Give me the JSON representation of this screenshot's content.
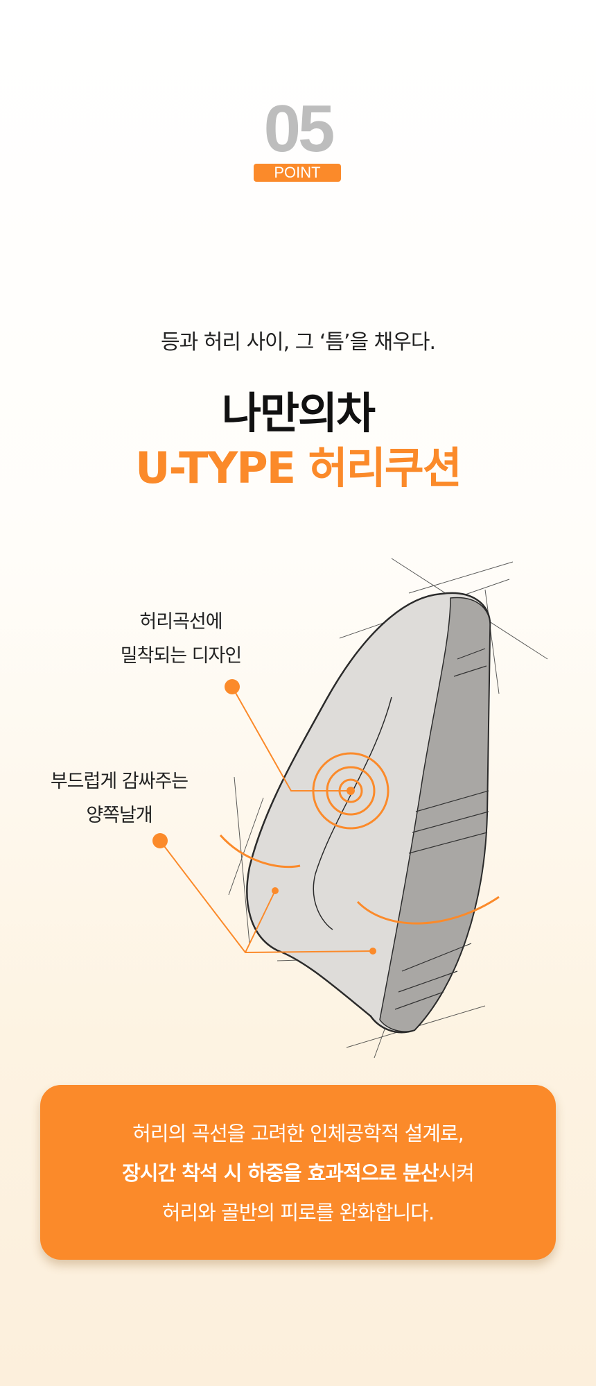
{
  "point": {
    "number": "05",
    "label": "POINT"
  },
  "subtitle": "등과 허리 사이, 그 ‘틈’을 채우다.",
  "title": {
    "line1": "나만의차",
    "line2": "U-TYPE 허리쿠션"
  },
  "callouts": [
    {
      "line1": "허리곡선에",
      "line2": "밀착되는 디자인"
    },
    {
      "line1": "부드럽게 감싸주는",
      "line2": "양쪽날개"
    }
  ],
  "description": {
    "line1": "허리의 곡선을 고려한 인체공학적 설계로,",
    "line2_bold": "장시간 착석 시 하중을 효과적으로 분산",
    "line2_rest": "시켜",
    "line3": "허리와 골반의 피로를 완화합니다."
  },
  "colors": {
    "accent": "#fb8a2a",
    "number": "#bdbdbd"
  }
}
